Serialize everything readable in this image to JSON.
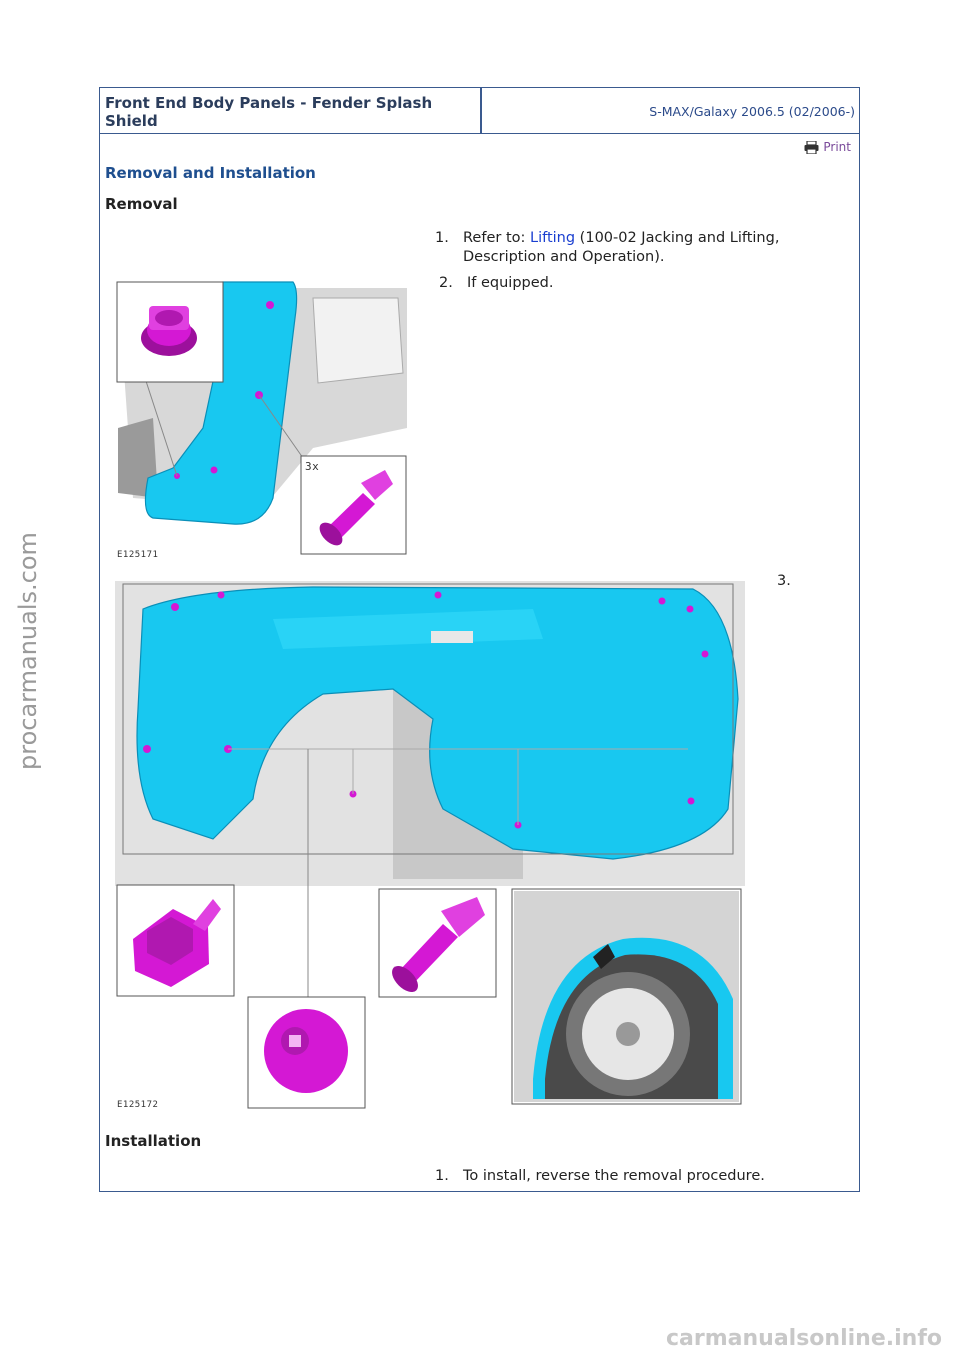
{
  "header": {
    "title": "Front End Body Panels - Fender Splash Shield",
    "model": "S-MAX/Galaxy 2006.5 (02/2006-)"
  },
  "print_label": "Print",
  "section_title": "Removal and Installation",
  "removal": {
    "heading": "Removal",
    "step1": {
      "num": "1.",
      "prefix": "Refer to: ",
      "link": "Lifting",
      "suffix": " (100-02 Jacking and Lifting,",
      "line2": "Description and Operation)."
    },
    "step2": {
      "num": "2.",
      "text": "If equipped."
    },
    "step3": {
      "num": "3."
    },
    "fig1_label": "E125171",
    "fig1_qty": "3x",
    "fig2_label": "E125172"
  },
  "installation": {
    "heading": "Installation",
    "step1": {
      "num": "1.",
      "text": "To install, reverse the removal procedure."
    }
  },
  "watermarks": {
    "side": "procarmanuals.com",
    "bottom": "carmanualsonline.info"
  },
  "colors": {
    "border": "#3a5a8f",
    "shield": "#18c8f0",
    "clip": "#d418d4"
  }
}
